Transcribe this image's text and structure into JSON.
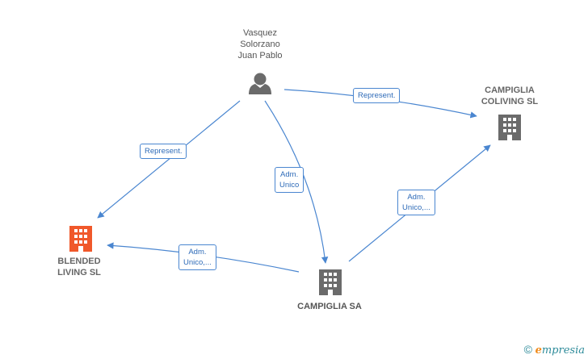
{
  "nodes": {
    "person": {
      "line1": "Vasquez",
      "line2": "Solorzano",
      "line3": "Juan Pablo",
      "icon": "person-icon"
    },
    "campiglia_coliving": {
      "line1": "CAMPIGLIA",
      "line2": "COLIVING  SL",
      "icon": "building-icon",
      "color": "#6b6b6b"
    },
    "blended_living": {
      "line1": "BLENDED",
      "line2": "LIVING  SL",
      "icon": "building-icon",
      "color": "#f0582a"
    },
    "campiglia_sa": {
      "line1": "CAMPIGLIA SA",
      "icon": "building-icon",
      "color": "#6b6b6b"
    }
  },
  "edges": {
    "person_to_coliving": {
      "line1": "Represent."
    },
    "person_to_blended": {
      "line1": "Represent."
    },
    "person_to_sa": {
      "line1": "Adm.",
      "line2": "Unico"
    },
    "sa_to_coliving": {
      "line1": "Adm.",
      "line2": "Unico,..."
    },
    "sa_to_blended": {
      "line1": "Adm.",
      "line2": "Unico,..."
    }
  },
  "colors": {
    "edge": "#4a86d0",
    "company_grey": "#6b6b6b",
    "company_orange": "#f0582a",
    "person": "#6b6b6b"
  },
  "footer": {
    "copyright": "©",
    "brand_first": "e",
    "brand_rest": "mpresia"
  }
}
